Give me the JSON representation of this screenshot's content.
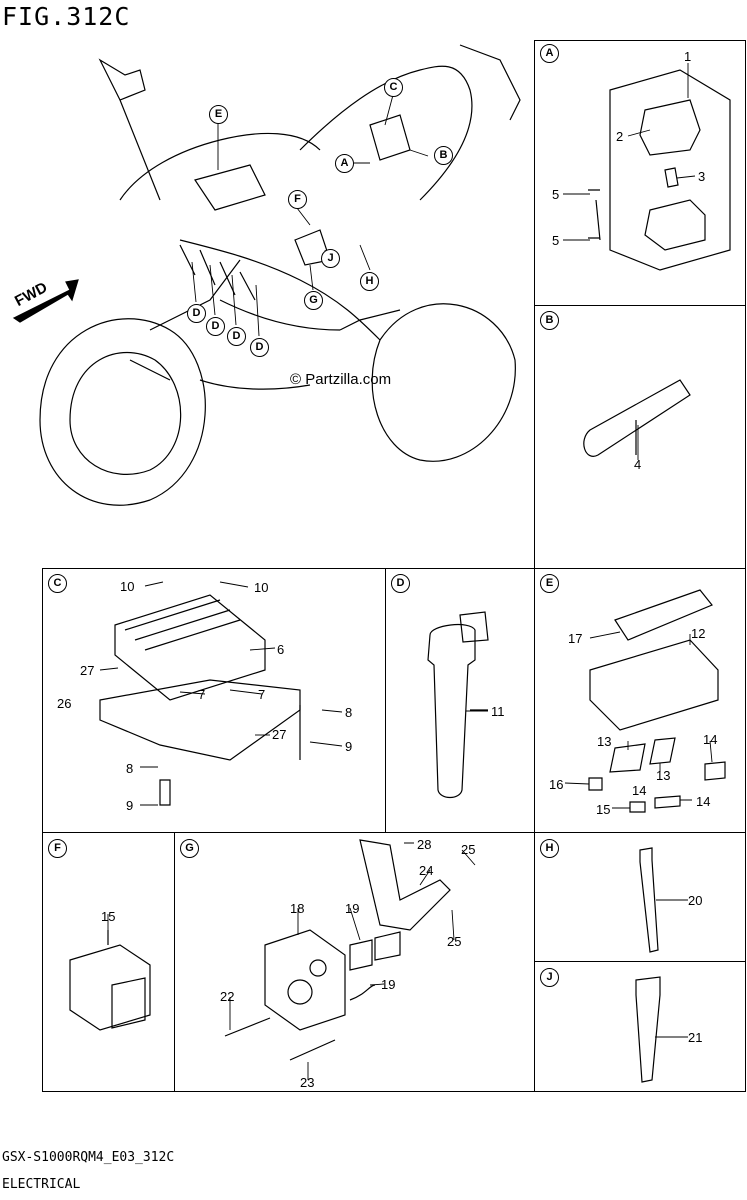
{
  "figure": {
    "title": "FIG.312C",
    "code": "GSX-S1000RQM4_E03_312C",
    "name": "ELECTRICAL"
  },
  "watermark": "© Partzilla.com",
  "fwd_label": "FWD",
  "overview_callouts": [
    "E",
    "C",
    "A",
    "B",
    "F",
    "J",
    "G",
    "H",
    "D",
    "D",
    "D",
    "D"
  ],
  "sections": {
    "A": {
      "letter": "A",
      "parts": [
        "1",
        "2",
        "3",
        "5",
        "5"
      ]
    },
    "B": {
      "letter": "B",
      "parts": [
        "4"
      ]
    },
    "C": {
      "letter": "C",
      "parts": [
        "10",
        "10",
        "6",
        "27",
        "26",
        "7",
        "7",
        "8",
        "27",
        "9",
        "8",
        "9"
      ]
    },
    "D": {
      "letter": "D",
      "parts": [
        "11"
      ]
    },
    "E": {
      "letter": "E",
      "parts": [
        "17",
        "12",
        "13",
        "14",
        "13",
        "16",
        "14",
        "15",
        "14"
      ]
    },
    "F": {
      "letter": "F",
      "parts": [
        "15"
      ]
    },
    "G": {
      "letter": "G",
      "parts": [
        "28",
        "25",
        "24",
        "18",
        "19",
        "25",
        "19",
        "22",
        "23"
      ]
    },
    "H": {
      "letter": "H",
      "parts": [
        "20"
      ]
    },
    "J": {
      "letter": "J",
      "parts": [
        "21"
      ]
    }
  }
}
